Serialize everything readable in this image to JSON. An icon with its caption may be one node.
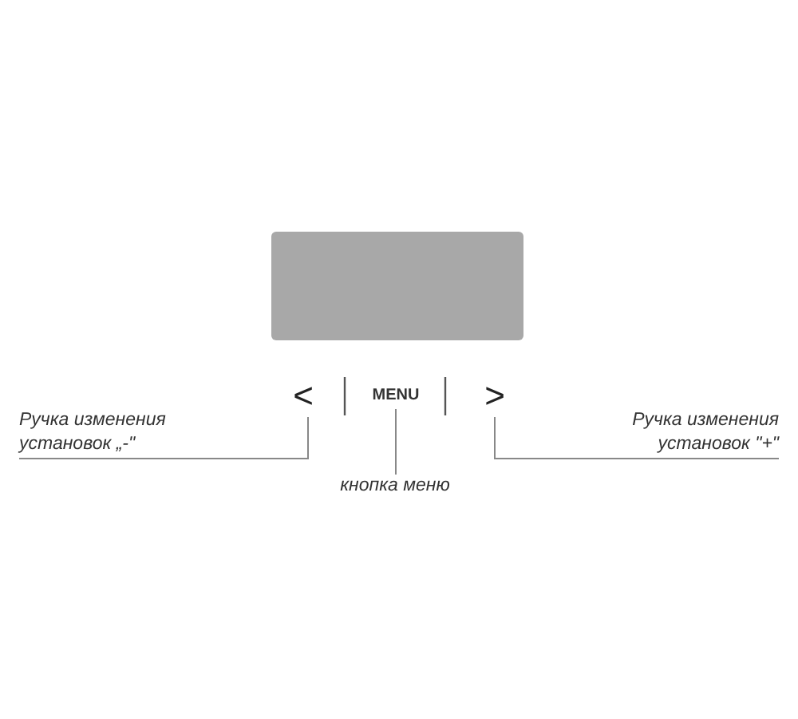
{
  "diagram": {
    "nodes": [
      {
        "text": [],
        "shape": "box"
      },
      {
        "text": [
          "<"
        ]
      },
      {
        "text": [
          "MENU"
        ]
      },
      {
        "text": [
          ">"
        ]
      },
      {
        "text": [
          "Ручка изменения установок „-\""
        ]
      },
      {
        "text": [
          "кнопка меню"
        ]
      },
      {
        "text": [
          "Ручка изменения установок \"+\""
        ]
      }
    ],
    "edges": [
      {
        "from": 4,
        "to": 1,
        "arrow": "none"
      },
      {
        "from": 5,
        "to": 2,
        "arrow": "none"
      },
      {
        "from": 6,
        "to": 3,
        "arrow": "none"
      }
    ]
  }
}
